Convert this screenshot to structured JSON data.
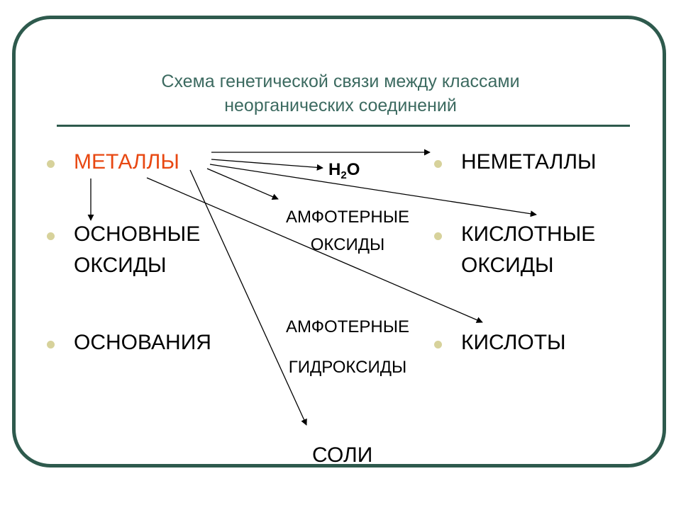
{
  "title": {
    "line1": "Схема генетической связи между классами",
    "line2": "неорганических соединений"
  },
  "left": {
    "metals": "МЕТАЛЛЫ",
    "basic_oxides_1": "ОСНОВНЫЕ",
    "basic_oxides_2": "ОКСИДЫ",
    "bases": "ОСНОВАНИЯ"
  },
  "right": {
    "nonmetals": "НЕМЕТАЛЛЫ",
    "acid_oxides_1": "КИСЛОТНЫЕ",
    "acid_oxides_2": "ОКСИДЫ",
    "acids": "КИСЛОТЫ"
  },
  "middle": {
    "water_symbol": "H",
    "water_index": "2",
    "water_o": "O",
    "amph_oxides_1": "АМФОТЕРНЫЕ",
    "amph_oxides_2": "ОКСИДЫ",
    "amph_hydroxides_1": "АМФОТЕРНЫЕ",
    "amph_hydroxides_2": "ГИДРОКСИДЫ"
  },
  "bottom": {
    "salts": "СОЛИ"
  },
  "colors": {
    "frame": "#2e5a4d",
    "title": "#3c6a60",
    "metals": "#e84812",
    "bullet": "#d7d29b"
  }
}
